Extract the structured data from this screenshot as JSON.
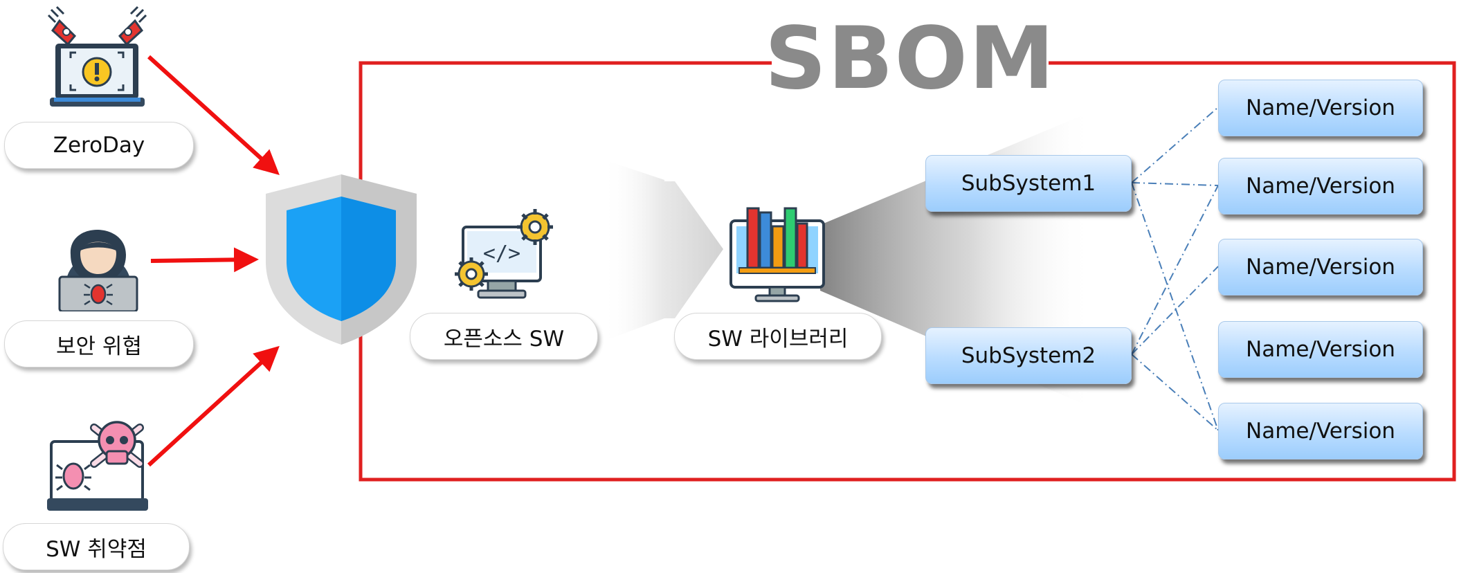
{
  "title": "SBOM",
  "threats": [
    {
      "label": "ZeroDay",
      "icon": "laptop-alert-icon"
    },
    {
      "label": "보안 위협",
      "icon": "hacker-icon"
    },
    {
      "label": "SW 취약점",
      "icon": "laptop-skull-icon"
    }
  ],
  "central_icon": "shield-icon",
  "stages": [
    {
      "label": "오픈소스 SW",
      "icon": "code-monitor-gears-icon"
    },
    {
      "label": "SW 라이브러리",
      "icon": "library-monitor-icon"
    }
  ],
  "subsystems": [
    "SubSystem1",
    "SubSystem2"
  ],
  "components": [
    "Name/Version",
    "Name/Version",
    "Name/Version",
    "Name/Version",
    "Name/Version"
  ],
  "colors": {
    "frame": "#e02020",
    "arrow": "#f01010",
    "title": "#8a8a8a",
    "box_blue": "#b9dcff",
    "shield_blue": "#1ba1f5",
    "connector": "#4a7fb8"
  }
}
